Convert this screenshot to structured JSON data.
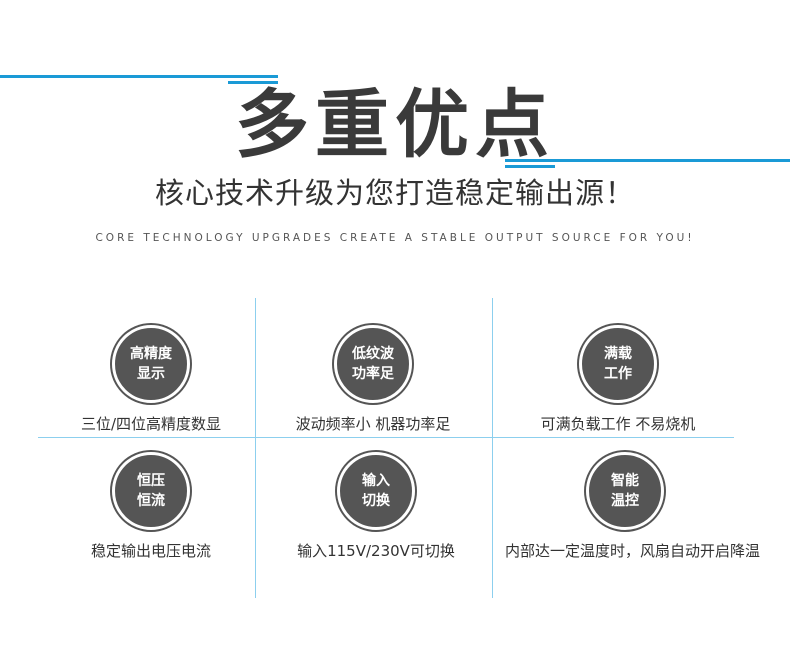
{
  "header": {
    "title": "多重优点",
    "subtitle": "核心技术升级为您打造稳定输出源！",
    "tagline": "CORE TECHNOLOGY UPGRADES CREATE A STABLE OUTPUT SOURCE FOR YOU!"
  },
  "colors": {
    "accent": "#1a9ad6",
    "badge": "#555555",
    "divider": "#8ccfee"
  },
  "features": [
    {
      "line1": "高精度",
      "line2": "显示",
      "caption": "三位/四位高精度数显"
    },
    {
      "line1": "低纹波",
      "line2": "功率足",
      "caption": "波动频率小 机器功率足"
    },
    {
      "line1": "满载",
      "line2": "工作",
      "caption": "可满负载工作 不易烧机"
    },
    {
      "line1": "恒压",
      "line2": "恒流",
      "caption": "稳定输出电压电流"
    },
    {
      "line1": "输入",
      "line2": "切换",
      "caption": "输入115V/230V可切换"
    },
    {
      "line1": "智能",
      "line2": "温控",
      "caption": "内部达一定温度时，风扇自动开启降温"
    }
  ]
}
